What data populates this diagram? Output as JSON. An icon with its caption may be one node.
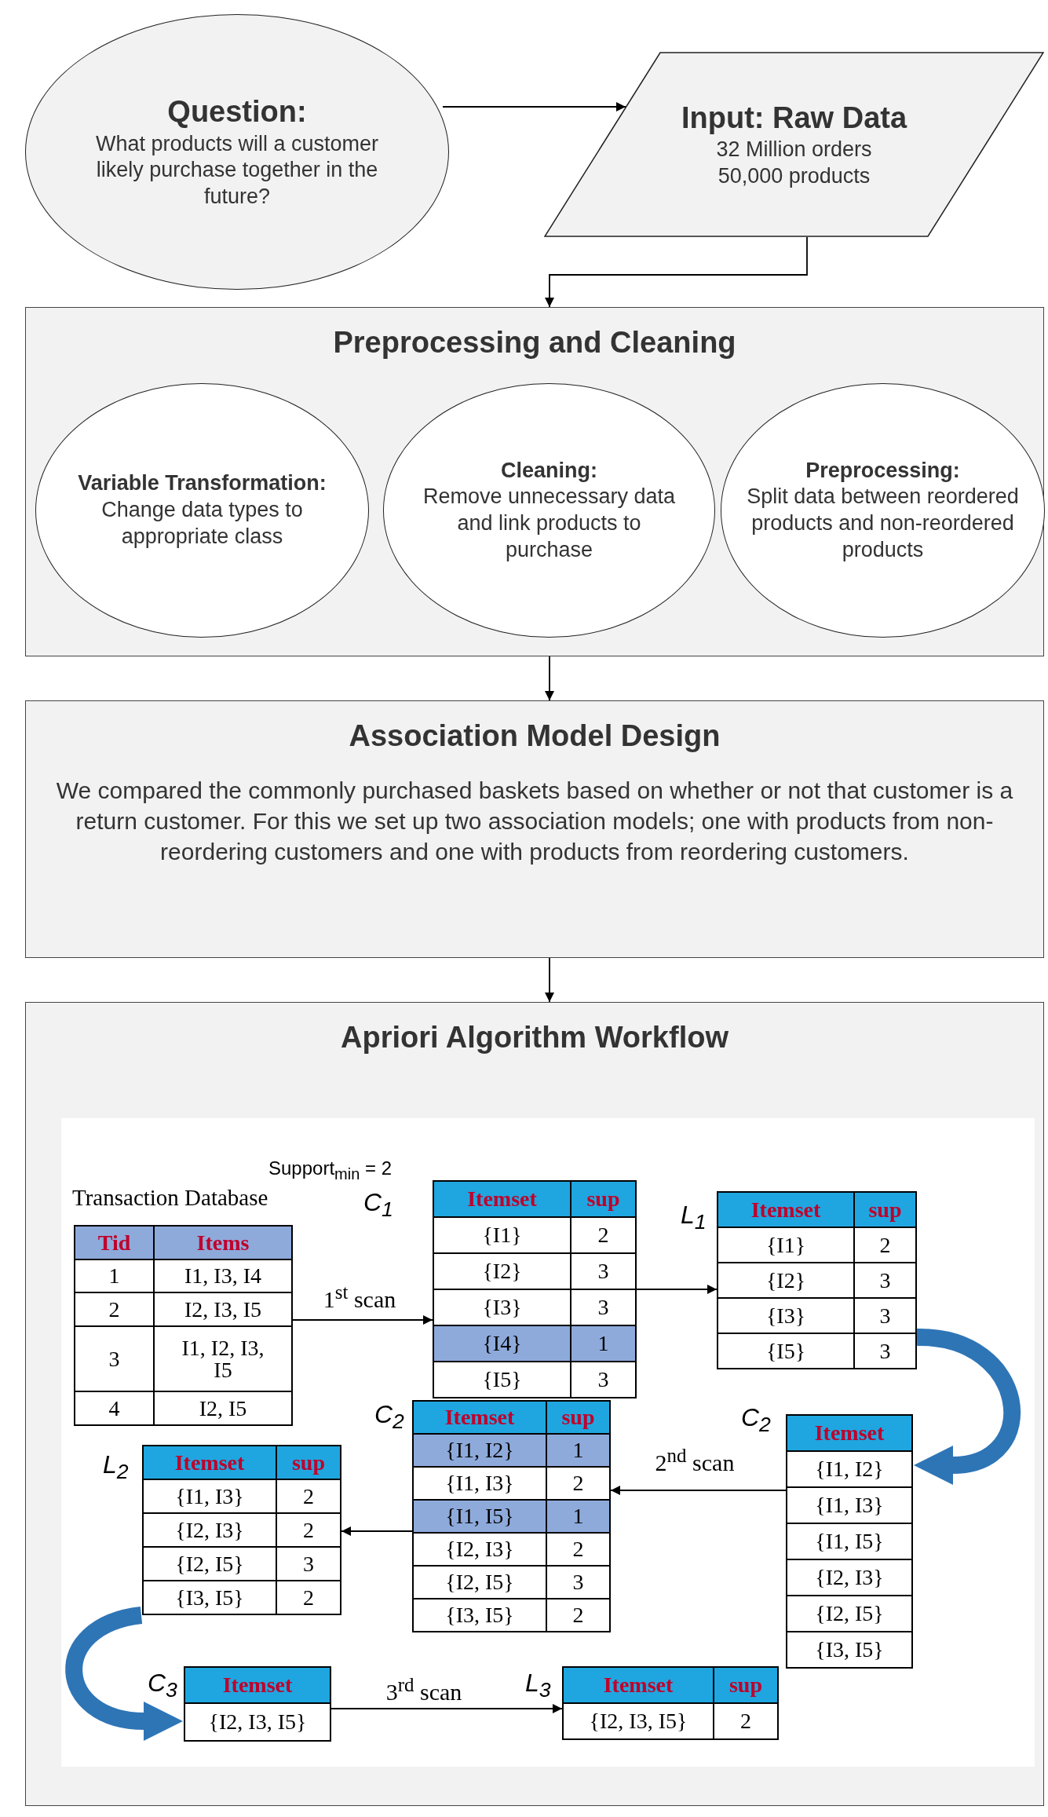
{
  "diagram": {
    "nodes": [
      {
        "text": [
          "Question:",
          "What products will a customer likely purchase together in the future?"
        ]
      },
      {
        "text": [
          "Input: Raw Data",
          "32 Million orders 50,000 products"
        ]
      },
      {
        "text": [
          "Preprocessing and Cleaning"
        ]
      },
      {
        "text": [
          "Variable Transformation:",
          "Change data types to appropriate class"
        ],
        "in": 2
      },
      {
        "text": [
          "Cleaning:",
          "Remove unnecessary data and link products to purchase"
        ],
        "in": 2
      },
      {
        "text": [
          "Preprocessing:",
          "Split data between reordered products and non-reordered products"
        ],
        "in": 2
      },
      {
        "text": [
          "Association Model Design",
          "We compared the commonly purchased baskets based on whether or not that customer is a return customer. For this we set up two association models; one with products from non-reordering customers and one with products from reordering customers."
        ]
      },
      {
        "text": [
          "Apriori Algorithm Workflow"
        ]
      },
      {
        "text": [
          "Tid",
          "Items",
          "1",
          "I1, I3, I4",
          "2",
          "I2, I3, I5",
          "3",
          "I1, I2, I3, I5",
          "4",
          "I2, I5"
        ],
        "in": 7,
        "beside": [
          "Transaction Database"
        ]
      },
      {
        "text": [
          "Itemset",
          "sup",
          "{I1}",
          "2",
          "{I2}",
          "3",
          "{I3}",
          "3",
          "{I4}",
          "1",
          "{I5}",
          "3"
        ],
        "in": 7,
        "beside": [
          "C$_{1}$"
        ]
      },
      {
        "text": [
          "Itemset",
          "sup",
          "{I1}",
          "2",
          "{I2}",
          "3",
          "{I3}",
          "3",
          "{I5}",
          "3"
        ],
        "in": 7,
        "beside": [
          "L$_{1}$"
        ]
      },
      {
        "text": [
          "Itemset",
          "{I1, I2}",
          "{I1, I3}",
          "{I1, I5}",
          "{I2, I3}",
          "{I2, I5}",
          "{I3, I5}"
        ],
        "in": 7,
        "beside": [
          "C$_{2}$"
        ]
      },
      {
        "text": [
          "Itemset",
          "sup",
          "{I1, I2}",
          "1",
          "{I1, I3}",
          "2",
          "{I1, I5}",
          "1",
          "{I2, I3}",
          "2",
          "{I2, I5}",
          "3",
          "{I3, I5}",
          "2"
        ],
        "in": 7,
        "beside": [
          "C$_{2}$"
        ]
      },
      {
        "text": [
          "Itemset",
          "sup",
          "{I1, I3}",
          "2",
          "{I2, I3}",
          "2",
          "{I2, I5}",
          "3",
          "{I3, I5}",
          "2"
        ],
        "in": 7,
        "beside": [
          "L$_{2}$"
        ]
      },
      {
        "text": [
          "Itemset",
          "{I2, I3, I5}"
        ],
        "in": 7,
        "beside": [
          "C$_{3}$"
        ]
      },
      {
        "text": [
          "Itemset",
          "sup",
          "{I2, I3, I5}",
          "2"
        ],
        "in": 7,
        "beside": [
          "L$_{3}$"
        ]
      }
    ],
    "edges": [
      {
        "from": 0,
        "to": 1,
        "arrow": "to"
      },
      {
        "from": 1,
        "to": 2,
        "arrow": "to"
      },
      {
        "from": 2,
        "to": 6,
        "arrow": "to"
      },
      {
        "from": 6,
        "to": 7,
        "arrow": "to"
      },
      {
        "from": 8,
        "to": 9,
        "arrow": "to",
        "label": "1$^{st}$ scan"
      },
      {
        "from": 9,
        "to": 10,
        "arrow": "to"
      },
      {
        "from": 10,
        "to": 11,
        "arrow": "to",
        "style": "thick",
        "color": "#2e75b6"
      },
      {
        "from": 11,
        "to": 12,
        "arrow": "to",
        "label": "2$^{nd}$ scan"
      },
      {
        "from": 12,
        "to": 13,
        "arrow": "to"
      },
      {
        "from": 13,
        "to": 14,
        "arrow": "to",
        "style": "thick",
        "color": "#2e75b6"
      },
      {
        "from": 14,
        "to": 15,
        "arrow": "to",
        "label": "3$^{rd}$ scan"
      }
    ],
    "labels": [
      "Support$_{min}$ = 2"
    ]
  }
}
